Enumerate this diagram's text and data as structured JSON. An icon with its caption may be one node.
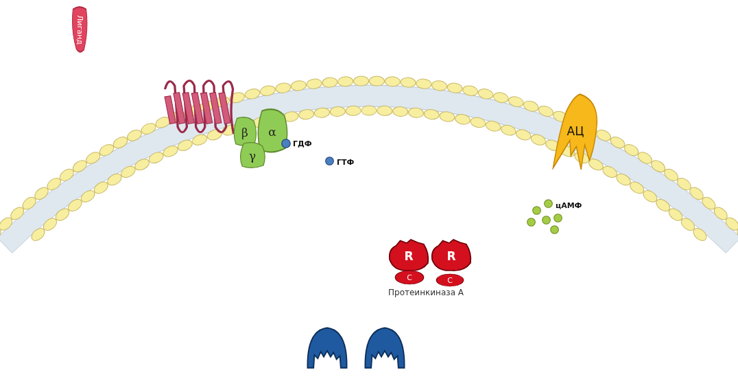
{
  "diagram": {
    "nodes": [
      {
        "text": [
          "Лиганд"
        ]
      },
      {
        "text": [],
        "shape": "picture"
      },
      {
        "text": [
          "β"
        ]
      },
      {
        "text": [
          "α"
        ]
      },
      {
        "text": [
          "γ"
        ]
      },
      {
        "text": [],
        "shape": "circle",
        "beside": [
          "ГДФ"
        ]
      },
      {
        "text": [],
        "shape": "circle",
        "beside": [
          "ГТФ"
        ]
      },
      {
        "text": [
          "АЦ"
        ]
      },
      {
        "text": [],
        "shape": "circle",
        "beside": [
          "цАМФ"
        ]
      },
      {
        "text": [],
        "shape": "circle"
      },
      {
        "text": [],
        "shape": "circle"
      },
      {
        "text": [],
        "shape": "circle"
      },
      {
        "text": [],
        "shape": "circle"
      },
      {
        "text": [],
        "shape": "circle"
      },
      {
        "text": [
          "R"
        ]
      },
      {
        "text": [
          "R"
        ]
      },
      {
        "text": [
          "C"
        ]
      },
      {
        "text": [
          "C"
        ]
      },
      {
        "text": [],
        "shape": "picture"
      },
      {
        "text": [],
        "shape": "picture"
      }
    ],
    "edges": [],
    "labels": [
      "Протеинкиназа А"
    ]
  }
}
